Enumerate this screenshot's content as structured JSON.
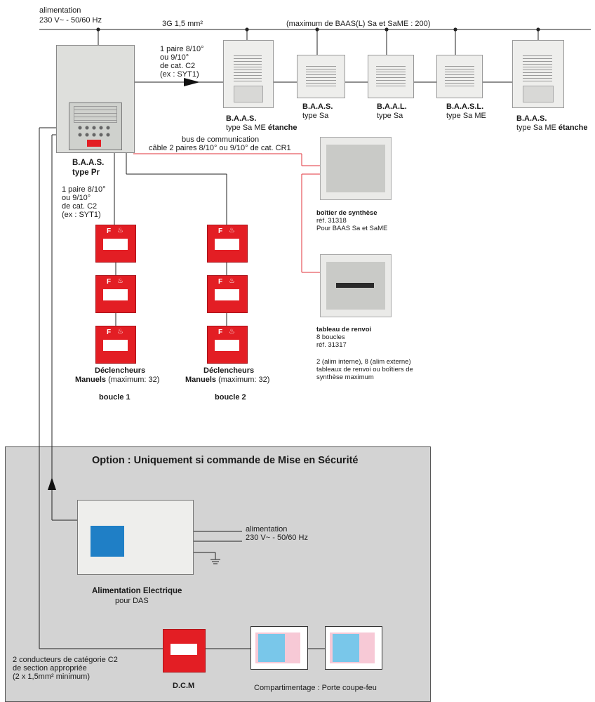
{
  "colors": {
    "alarm_red": "#e31e24",
    "bus_red": "#e0303a",
    "panel_bg": "#d3d3d3",
    "door_pink": "#f7c9d6",
    "door_blue": "#79c7ea",
    "screen_blue": "#1f7fc6"
  },
  "power_in": {
    "line1": "alimentation",
    "line2": "230 V~ - 50/60 Hz"
  },
  "cable_main": {
    "label": "3G  1,5 mm²"
  },
  "max_note": {
    "label": "(maximum de BAAS(L)  Sa et SaME  : 200)"
  },
  "pair_cable": {
    "l1": "1 paire 8/10°",
    "l2": "ou 9/10°",
    "l3": "de cat. C2",
    "l4": "(ex : SYT1)"
  },
  "bus": {
    "l1": "bus de communication",
    "l2": "câble 2 paires 8/10° ou 9/10° de cat. CR1"
  },
  "baas_pr": {
    "name": "B.A.A.S.",
    "type": "type Pr"
  },
  "units": [
    {
      "name": "B.A.A.S.",
      "type": "type Sa ME",
      "extra": "étanche"
    },
    {
      "name": "B.A.A.S.",
      "type": "type Sa",
      "extra": ""
    },
    {
      "name": "B.A.A.L.",
      "type": "type Sa",
      "extra": ""
    },
    {
      "name": "B.A.A.S.L.",
      "type": "type Sa ME",
      "extra": ""
    },
    {
      "name": "B.A.A.S.",
      "type": "type Sa ME",
      "extra": "étanche"
    }
  ],
  "synth_box": {
    "title": "boîtier de synthèse",
    "ref": "réf. 31318",
    "note": "Pour BAAS Sa et SaME"
  },
  "renvoi": {
    "title": "tableau de renvoi",
    "loops": "8 boucles",
    "ref": "réf. 31317",
    "note1": "2 (alim interne), 8 (alim externe)",
    "note2": "tableaux de renvoi ou boîtiers de",
    "note3": "synthèse maximum"
  },
  "pair_cable2": {
    "l1": "1 paire 8/10°",
    "l2": "ou 9/10°",
    "l3": "de cat. C2",
    "l4": "(ex : SYT1)"
  },
  "loop1": {
    "title": "Déclencheurs",
    "sub_bold": "Manuels",
    "sub": "(maximum: 32)",
    "name": "boucle 1"
  },
  "loop2": {
    "title": "Déclencheurs",
    "sub_bold": "Manuels",
    "sub": "(maximum: 32)",
    "name": "boucle 2"
  },
  "call_point_label": "F",
  "option": {
    "title": "Option : Uniquement si commande de Mise en Sécurité"
  },
  "psu": {
    "title": "Alimentation Electrique",
    "sub": "pour DAS",
    "power1": "alimentation",
    "power2": "230 V~ - 50/60 Hz"
  },
  "dcm": {
    "label": "D.C.M"
  },
  "conductors": {
    "l1": "2 conducteurs de catégorie C2",
    "l2": "de section appropriée",
    "l3": "(2 x 1,5mm² minimum)"
  },
  "doors": {
    "label": "Compartimentage : Porte coupe-feu"
  }
}
